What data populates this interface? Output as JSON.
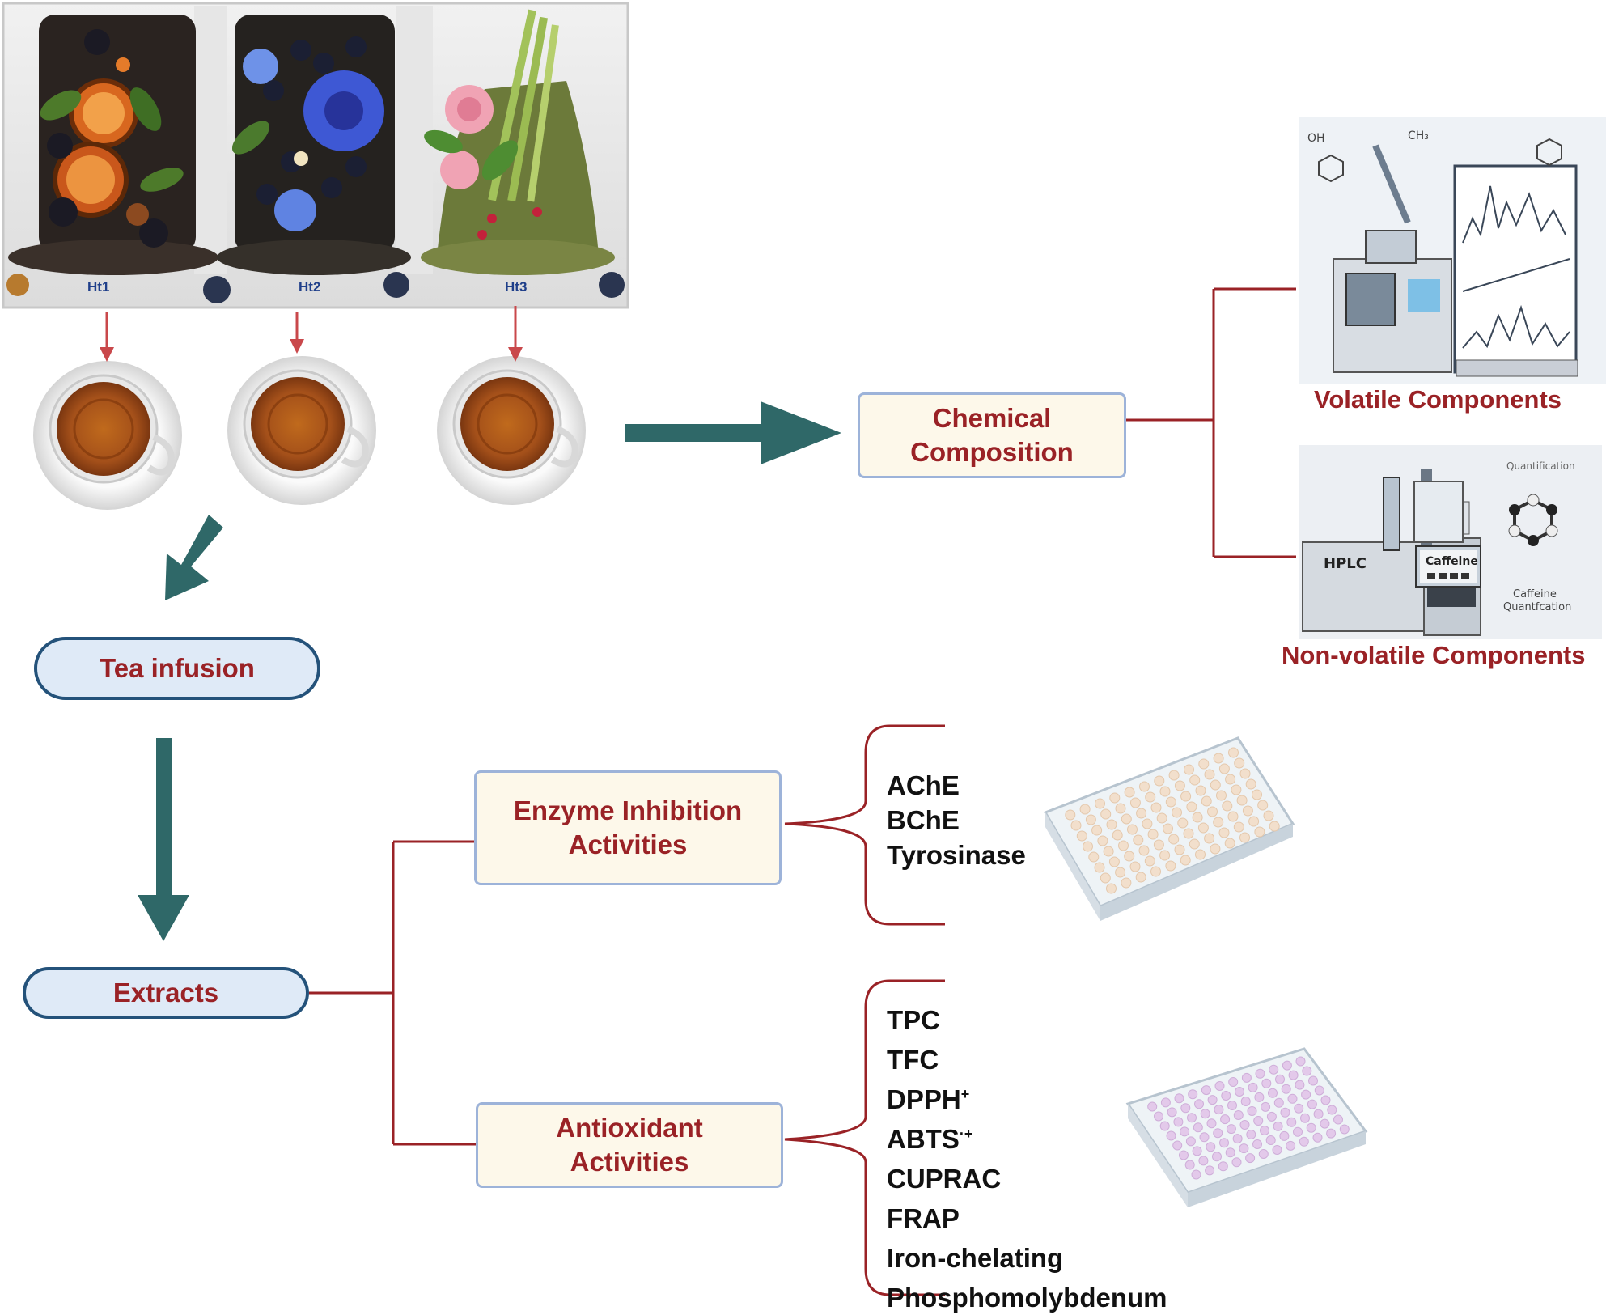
{
  "teas": [
    {
      "label": "Ht1"
    },
    {
      "label": "Ht2"
    },
    {
      "label": "Ht3"
    }
  ],
  "nodes": {
    "chemical": {
      "line1": "Chemical",
      "line2": "Composition"
    },
    "infusion": {
      "label": "Tea infusion"
    },
    "extracts": {
      "label": "Extracts"
    },
    "enzyme": {
      "line1": "Enzyme Inhibition",
      "line2": "Activities"
    },
    "antioxidant": {
      "line1": "Antioxidant",
      "line2": "Activities"
    }
  },
  "captions": {
    "volatile": "Volatile Components",
    "nonvolatile": "Non-volatile Components"
  },
  "enzyme_assays": [
    "AChE",
    "BChE",
    "Tyrosinase"
  ],
  "antioxidant_assays": [
    {
      "text": "TPC",
      "sup": ""
    },
    {
      "text": "TFC",
      "sup": ""
    },
    {
      "text": "DPPH",
      "sup": "+"
    },
    {
      "text": "ABTS",
      "sup": "·+"
    },
    {
      "text": "CUPRAC",
      "sup": ""
    },
    {
      "text": "FRAP",
      "sup": ""
    },
    {
      "text": "Iron-chelating",
      "sup": ""
    },
    {
      "text": "Phosphomolybdenum",
      "sup": ""
    }
  ],
  "illustration_text": {
    "hplc": "HPLC",
    "caffeine": "Caffeine",
    "quantification": "Quantification",
    "caffeine_quant_1": "Caffeine",
    "caffeine_quant_2": "Quantfcation"
  },
  "colors": {
    "connector": "#9a2226",
    "big_arrow": "#2f6868",
    "small_arrow": "#c9484b",
    "box_border": "#9db3d9",
    "pill_border": "#24527a",
    "text_red": "#9a2226"
  }
}
